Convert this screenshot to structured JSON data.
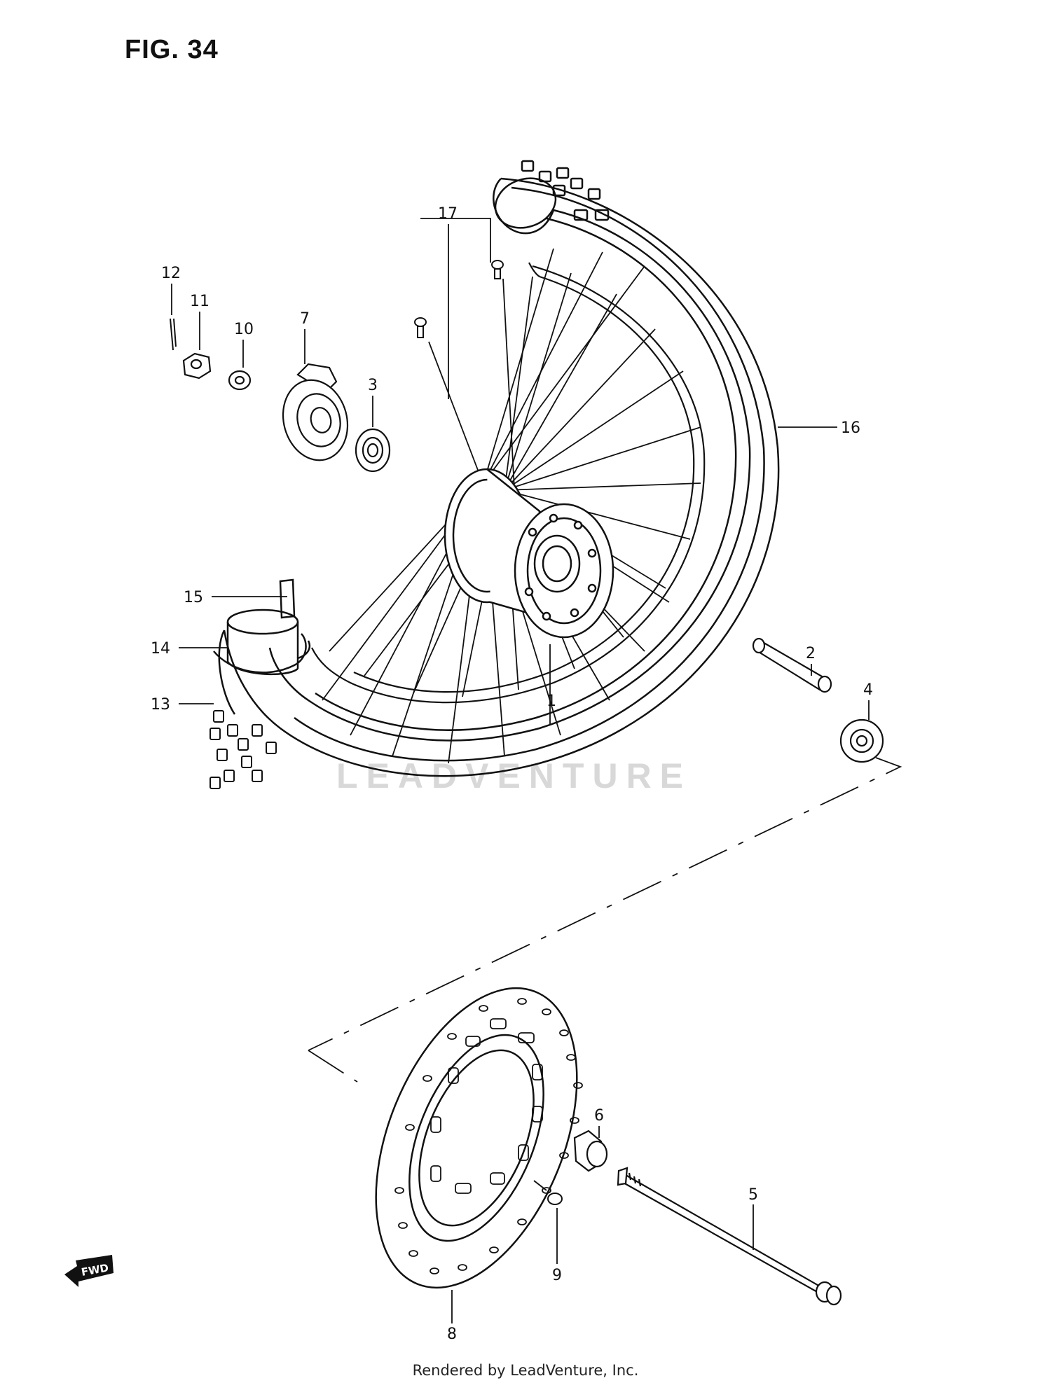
{
  "title": "FIG. 34",
  "footer": "Rendered by LeadVenture, Inc.",
  "watermark": "LEADVENTURE",
  "fwd_label": "FWD",
  "callouts": [
    {
      "id": "c1",
      "label": "1"
    },
    {
      "id": "c2",
      "label": "2"
    },
    {
      "id": "c3",
      "label": "3"
    },
    {
      "id": "c4",
      "label": "4"
    },
    {
      "id": "c5",
      "label": "5"
    },
    {
      "id": "c6",
      "label": "6"
    },
    {
      "id": "c7",
      "label": "7"
    },
    {
      "id": "c8",
      "label": "8"
    },
    {
      "id": "c9",
      "label": "9"
    },
    {
      "id": "c10",
      "label": "10"
    },
    {
      "id": "c11",
      "label": "11"
    },
    {
      "id": "c12",
      "label": "12"
    },
    {
      "id": "c13",
      "label": "13"
    },
    {
      "id": "c14",
      "label": "14"
    },
    {
      "id": "c15",
      "label": "15"
    },
    {
      "id": "c16",
      "label": "16"
    },
    {
      "id": "c17",
      "label": "17"
    }
  ]
}
